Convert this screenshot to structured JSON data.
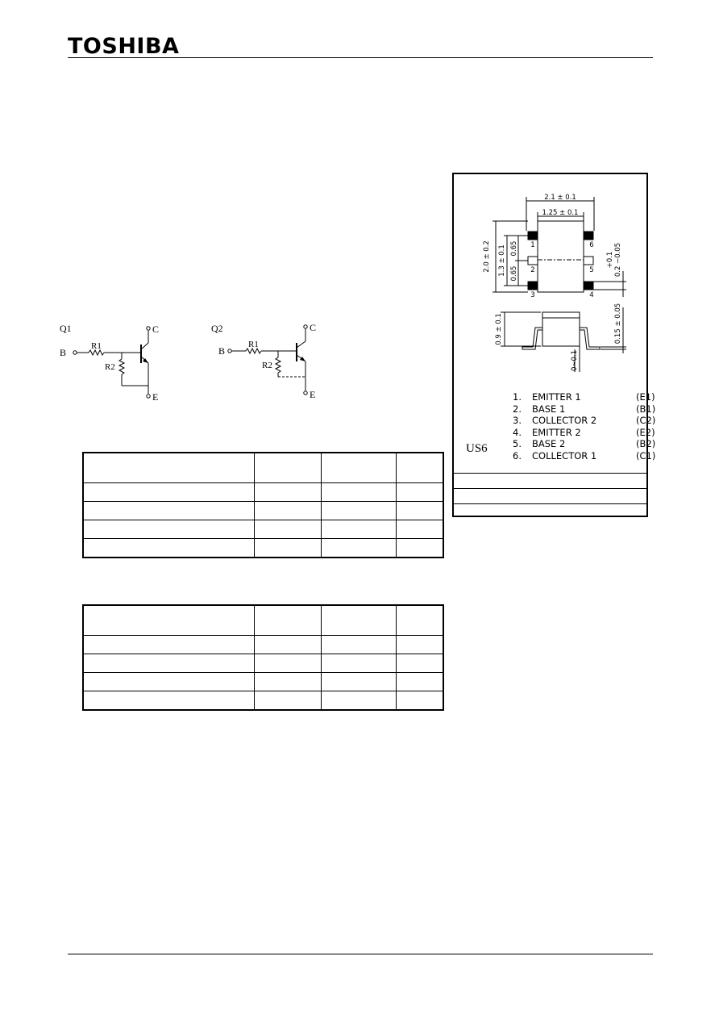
{
  "header": {
    "logo_text": "TOSHIBA"
  },
  "circuits": {
    "q1": {
      "label": "Q1",
      "base": "B",
      "collector": "C",
      "emitter": "E",
      "r1": "R1",
      "r2": "R2"
    },
    "q2": {
      "label": "Q2",
      "base": "B",
      "collector": "C",
      "emitter": "E",
      "r1": "R1",
      "r2": "R2"
    }
  },
  "package": {
    "name": "US6",
    "dims": {
      "width_total": "2.1 ± 0.1",
      "width_body": "1.25 ± 0.1",
      "length_total": "2.0 ± 0.2",
      "pin_span": "1.3 ± 0.1",
      "pitch_a": "0.65",
      "pitch_b": "0.65",
      "lead_width_top": "+0.1",
      "lead_width_bottom": "0.2 −0.05",
      "height": "0.9 ± 0.1",
      "lead_thickness": "0.15 ± 0.05",
      "standoff": "0~0.1"
    },
    "pin_numbers_drawing": [
      "1",
      "2",
      "3",
      "4",
      "5",
      "6"
    ],
    "pins": [
      {
        "num": "1.",
        "name": "EMITTER 1",
        "code": "(E1)"
      },
      {
        "num": "2.",
        "name": "BASE 1",
        "code": "(B1)"
      },
      {
        "num": "3.",
        "name": "COLLECTOR 2",
        "code": "(C2)"
      },
      {
        "num": "4.",
        "name": "EMITTER 2",
        "code": "(E2)"
      },
      {
        "num": "5.",
        "name": "BASE 2",
        "code": "(B2)"
      },
      {
        "num": "6.",
        "name": "COLLECTOR 1",
        "code": "(C1)"
      }
    ]
  }
}
